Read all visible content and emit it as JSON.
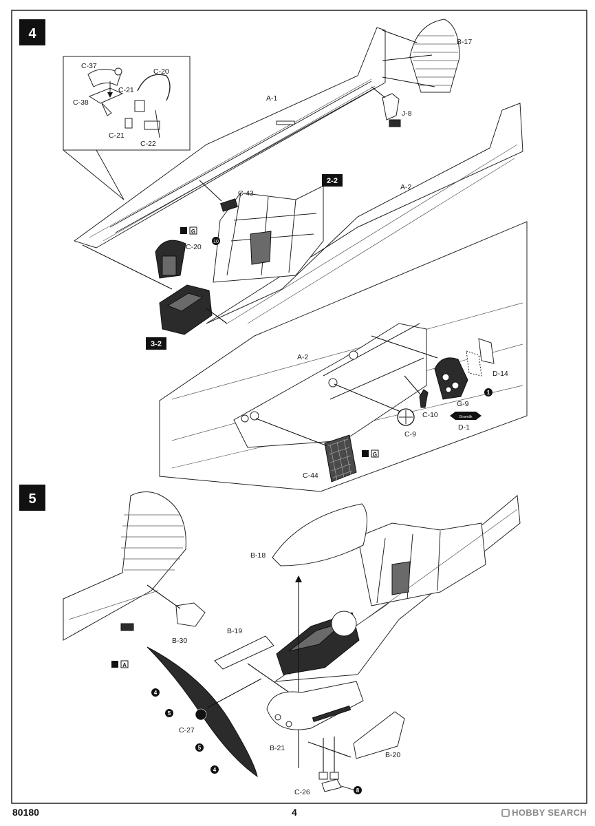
{
  "steps": [
    {
      "number": "4"
    },
    {
      "number": "5"
    }
  ],
  "subassembly_refs": [
    "2-2",
    "3-2"
  ],
  "step4_labels": {
    "c37": "C-37",
    "c20_inset": "C-20",
    "c21_a": "C-21",
    "c38": "C-38",
    "c21_b": "C-21",
    "c22": "C-22",
    "a1": "A-1",
    "b17": "B-17",
    "j8": "J-8",
    "a2_top": "A-2",
    "c43": "C-43",
    "c20": "C-20",
    "a2_inset": "A-2",
    "d14": "D-14",
    "g9": "G-9",
    "c10": "C-10",
    "d1": "D-1",
    "c9": "C-9",
    "c44": "C-44"
  },
  "step5_labels": {
    "b18": "B-18",
    "b30": "B-30",
    "b19": "B-19",
    "c27": "C-27",
    "b21": "B-21",
    "b20": "B-20",
    "c26": "C-26"
  },
  "paint_refs": {
    "step4_c20": "G",
    "step4_c44": "G",
    "step5_prop": "A"
  },
  "callout_numbers": {
    "n10": "10",
    "n1": "1",
    "n4a": "4",
    "n5a": "5",
    "n5b": "5",
    "n4b": "4",
    "n8": "8"
  },
  "d1_tag": "Gruentik",
  "footer": {
    "kit_number": "80180",
    "page_number": "4",
    "watermark": "HOBBY SEARCH"
  }
}
